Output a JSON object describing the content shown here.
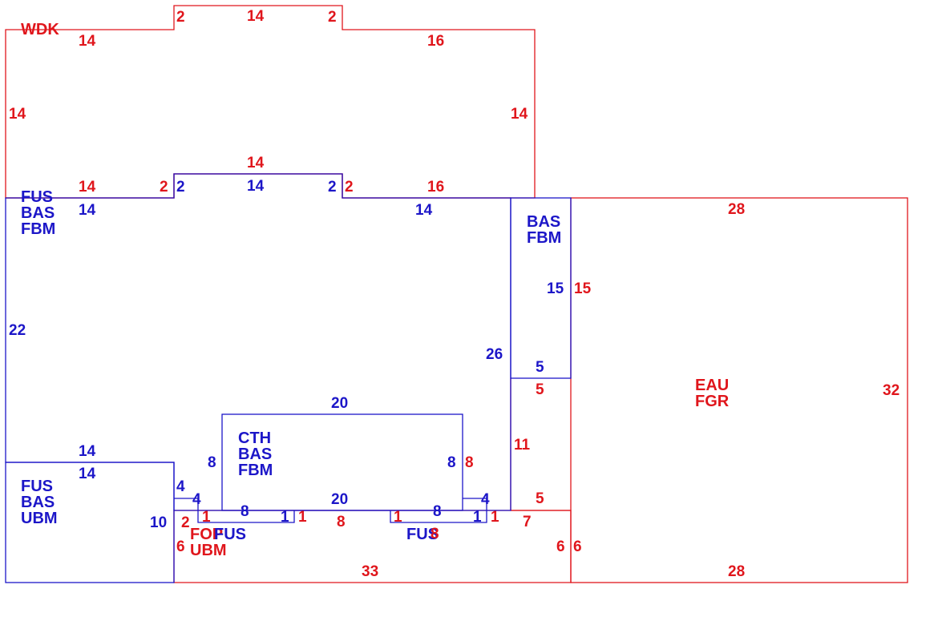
{
  "colors": {
    "red": "#e0161c",
    "blue": "#1c16c8",
    "background": "#ffffff"
  },
  "areas": {
    "wdk": [
      "WDK"
    ],
    "main": [
      "FUS",
      "BAS",
      "FBM"
    ],
    "bay": [
      "BAS",
      "FBM"
    ],
    "garage": [
      "EAU",
      "FGR"
    ],
    "cth": [
      "CTH",
      "BAS",
      "FBM"
    ],
    "lower_left": [
      "FUS",
      "BAS",
      "UBM"
    ],
    "porch": [
      "FOP",
      "UBM"
    ],
    "fus_small_1": [
      "FUS"
    ],
    "fus_small_2": [
      "FUS"
    ]
  },
  "dims": {
    "wdk_left": "14",
    "wdk_right": "14",
    "wdk_top_left": "14",
    "wdk_top_right": "16",
    "wdk_bump_top": "14",
    "wdk_bump_left": "2",
    "wdk_bump_right": "2",
    "wdk_inner_top": "14",
    "wdk_bottom_left": "14",
    "wdk_inner_left": "2",
    "wdk_inner_right": "2",
    "wdk_bottom_right": "16",
    "main_inner_left": "2",
    "main_inner_top": "14",
    "main_inner_right": "2",
    "main_top_left": "14",
    "main_top_right": "14",
    "main_left": "22",
    "main_right": "26",
    "bay_blue_right": "15",
    "bay_red_right": "15",
    "bay_blue_bottom": "5",
    "bay_red_bottom": "5",
    "garage_top": "28",
    "garage_right": "32",
    "garage_bottom": "28",
    "garage_left_blue": "6",
    "garage_left_red": "6",
    "mid_red_11": "11",
    "mid_red_5": "5",
    "mid_red_7": "7",
    "cth_top": "20",
    "cth_left": "8",
    "cth_right_blue": "8",
    "cth_right_red": "8",
    "cth_bottom": "20",
    "ll_top_red": "14",
    "ll_top_blue": "14",
    "ll_right": "10",
    "ll_step_4a": "4",
    "ll_step_4b": "4",
    "ll_step_4c": "4",
    "porch_left": "6",
    "porch_2": "2",
    "porch_1a": "1",
    "porch_8a": "8",
    "porch_1b": "1",
    "porch_1c": "1",
    "porch_8b": "8",
    "porch_1d": "1",
    "porch_8c": "8",
    "porch_1e": "1",
    "porch_1f": "1",
    "porch_8d": "8",
    "porch_bottom": "33"
  }
}
